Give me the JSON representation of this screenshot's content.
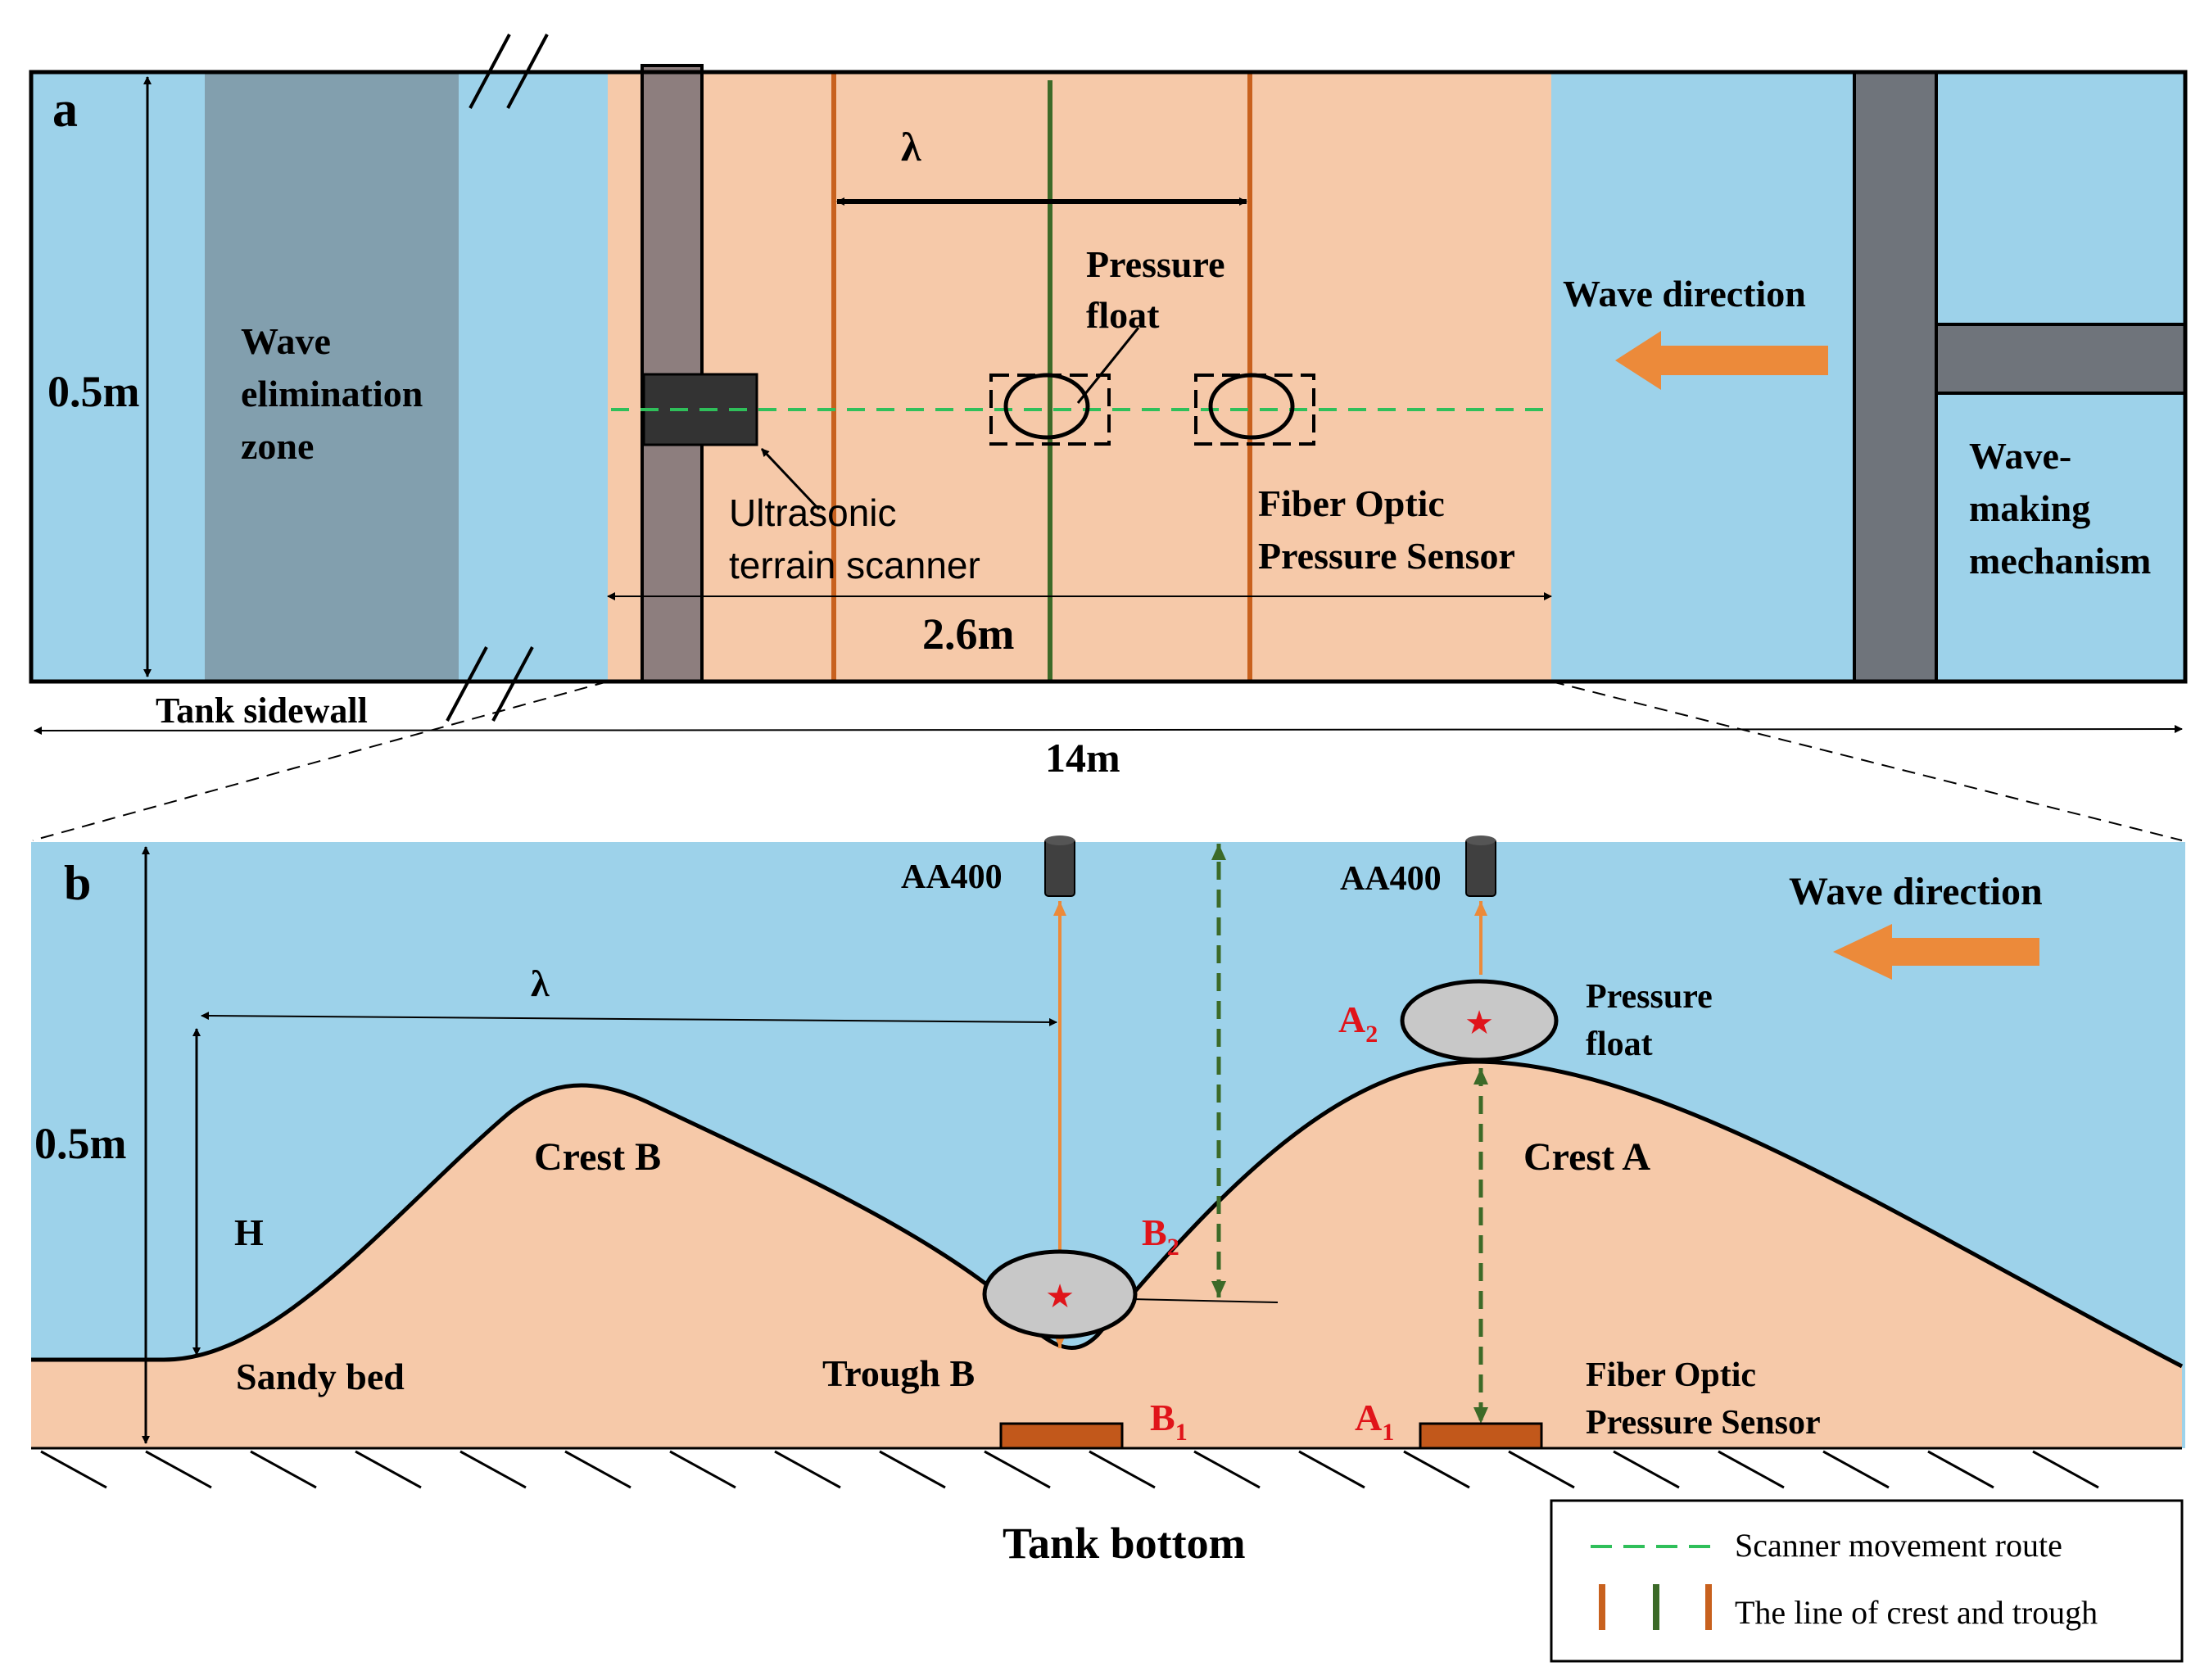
{
  "colors": {
    "water": "#9dd2ea",
    "sand": "#f6c9a9",
    "wave_zone": "#829fae",
    "rail": "#8d7e7e",
    "maker": "#6f747b",
    "orange_line": "#c8611e",
    "green_line": "#3c6a28",
    "route": "#2fbf5a",
    "arrow": "#ec8a3a",
    "label_red": "#e0141a",
    "sensor": "#c2581b",
    "float": "#c8c8c8",
    "probe": "#404040"
  },
  "icons": {
    "probe": "cylinder-icon",
    "star": "star-icon"
  },
  "panel_a": {
    "letter": "a",
    "width_label": "0.5m",
    "wave_zone_label": [
      "Wave",
      "elimination",
      "zone"
    ],
    "lambda_label": "λ",
    "float_label": [
      "Pressure",
      "float"
    ],
    "wave_direction": "Wave direction",
    "scanner_label": [
      "Ultrasonic",
      "terrain scanner"
    ],
    "sensor_label": [
      "Fiber Optic",
      "Pressure Sensor"
    ],
    "test_length": "2.6m",
    "maker_label": [
      "Wave-",
      "making",
      "mechanism"
    ],
    "sidewall_label": "Tank sidewall",
    "tank_length": "14m"
  },
  "panel_b": {
    "letter": "b",
    "depth_label": "0.5m",
    "probe_labels": [
      "AA400",
      "AA400"
    ],
    "wave_direction": "Wave direction",
    "lambda_label": "λ",
    "height_label": "H",
    "crest_a": "Crest A",
    "crest_b": "Crest B",
    "trough_b": "Trough B",
    "sandy_bed": "Sandy bed",
    "float_label": [
      "Pressure",
      "float"
    ],
    "sensor_label": [
      "Fiber Optic",
      "Pressure Sensor"
    ],
    "point_a2": {
      "base": "A",
      "sub": "2"
    },
    "point_b2": {
      "base": "B",
      "sub": "2"
    },
    "point_a1": {
      "base": "A",
      "sub": "1"
    },
    "point_b1": {
      "base": "B",
      "sub": "1"
    },
    "tank_bottom": "Tank bottom"
  },
  "legend": {
    "items": [
      {
        "label": "Scanner movement route"
      },
      {
        "label": "The line of crest and trough"
      }
    ]
  }
}
